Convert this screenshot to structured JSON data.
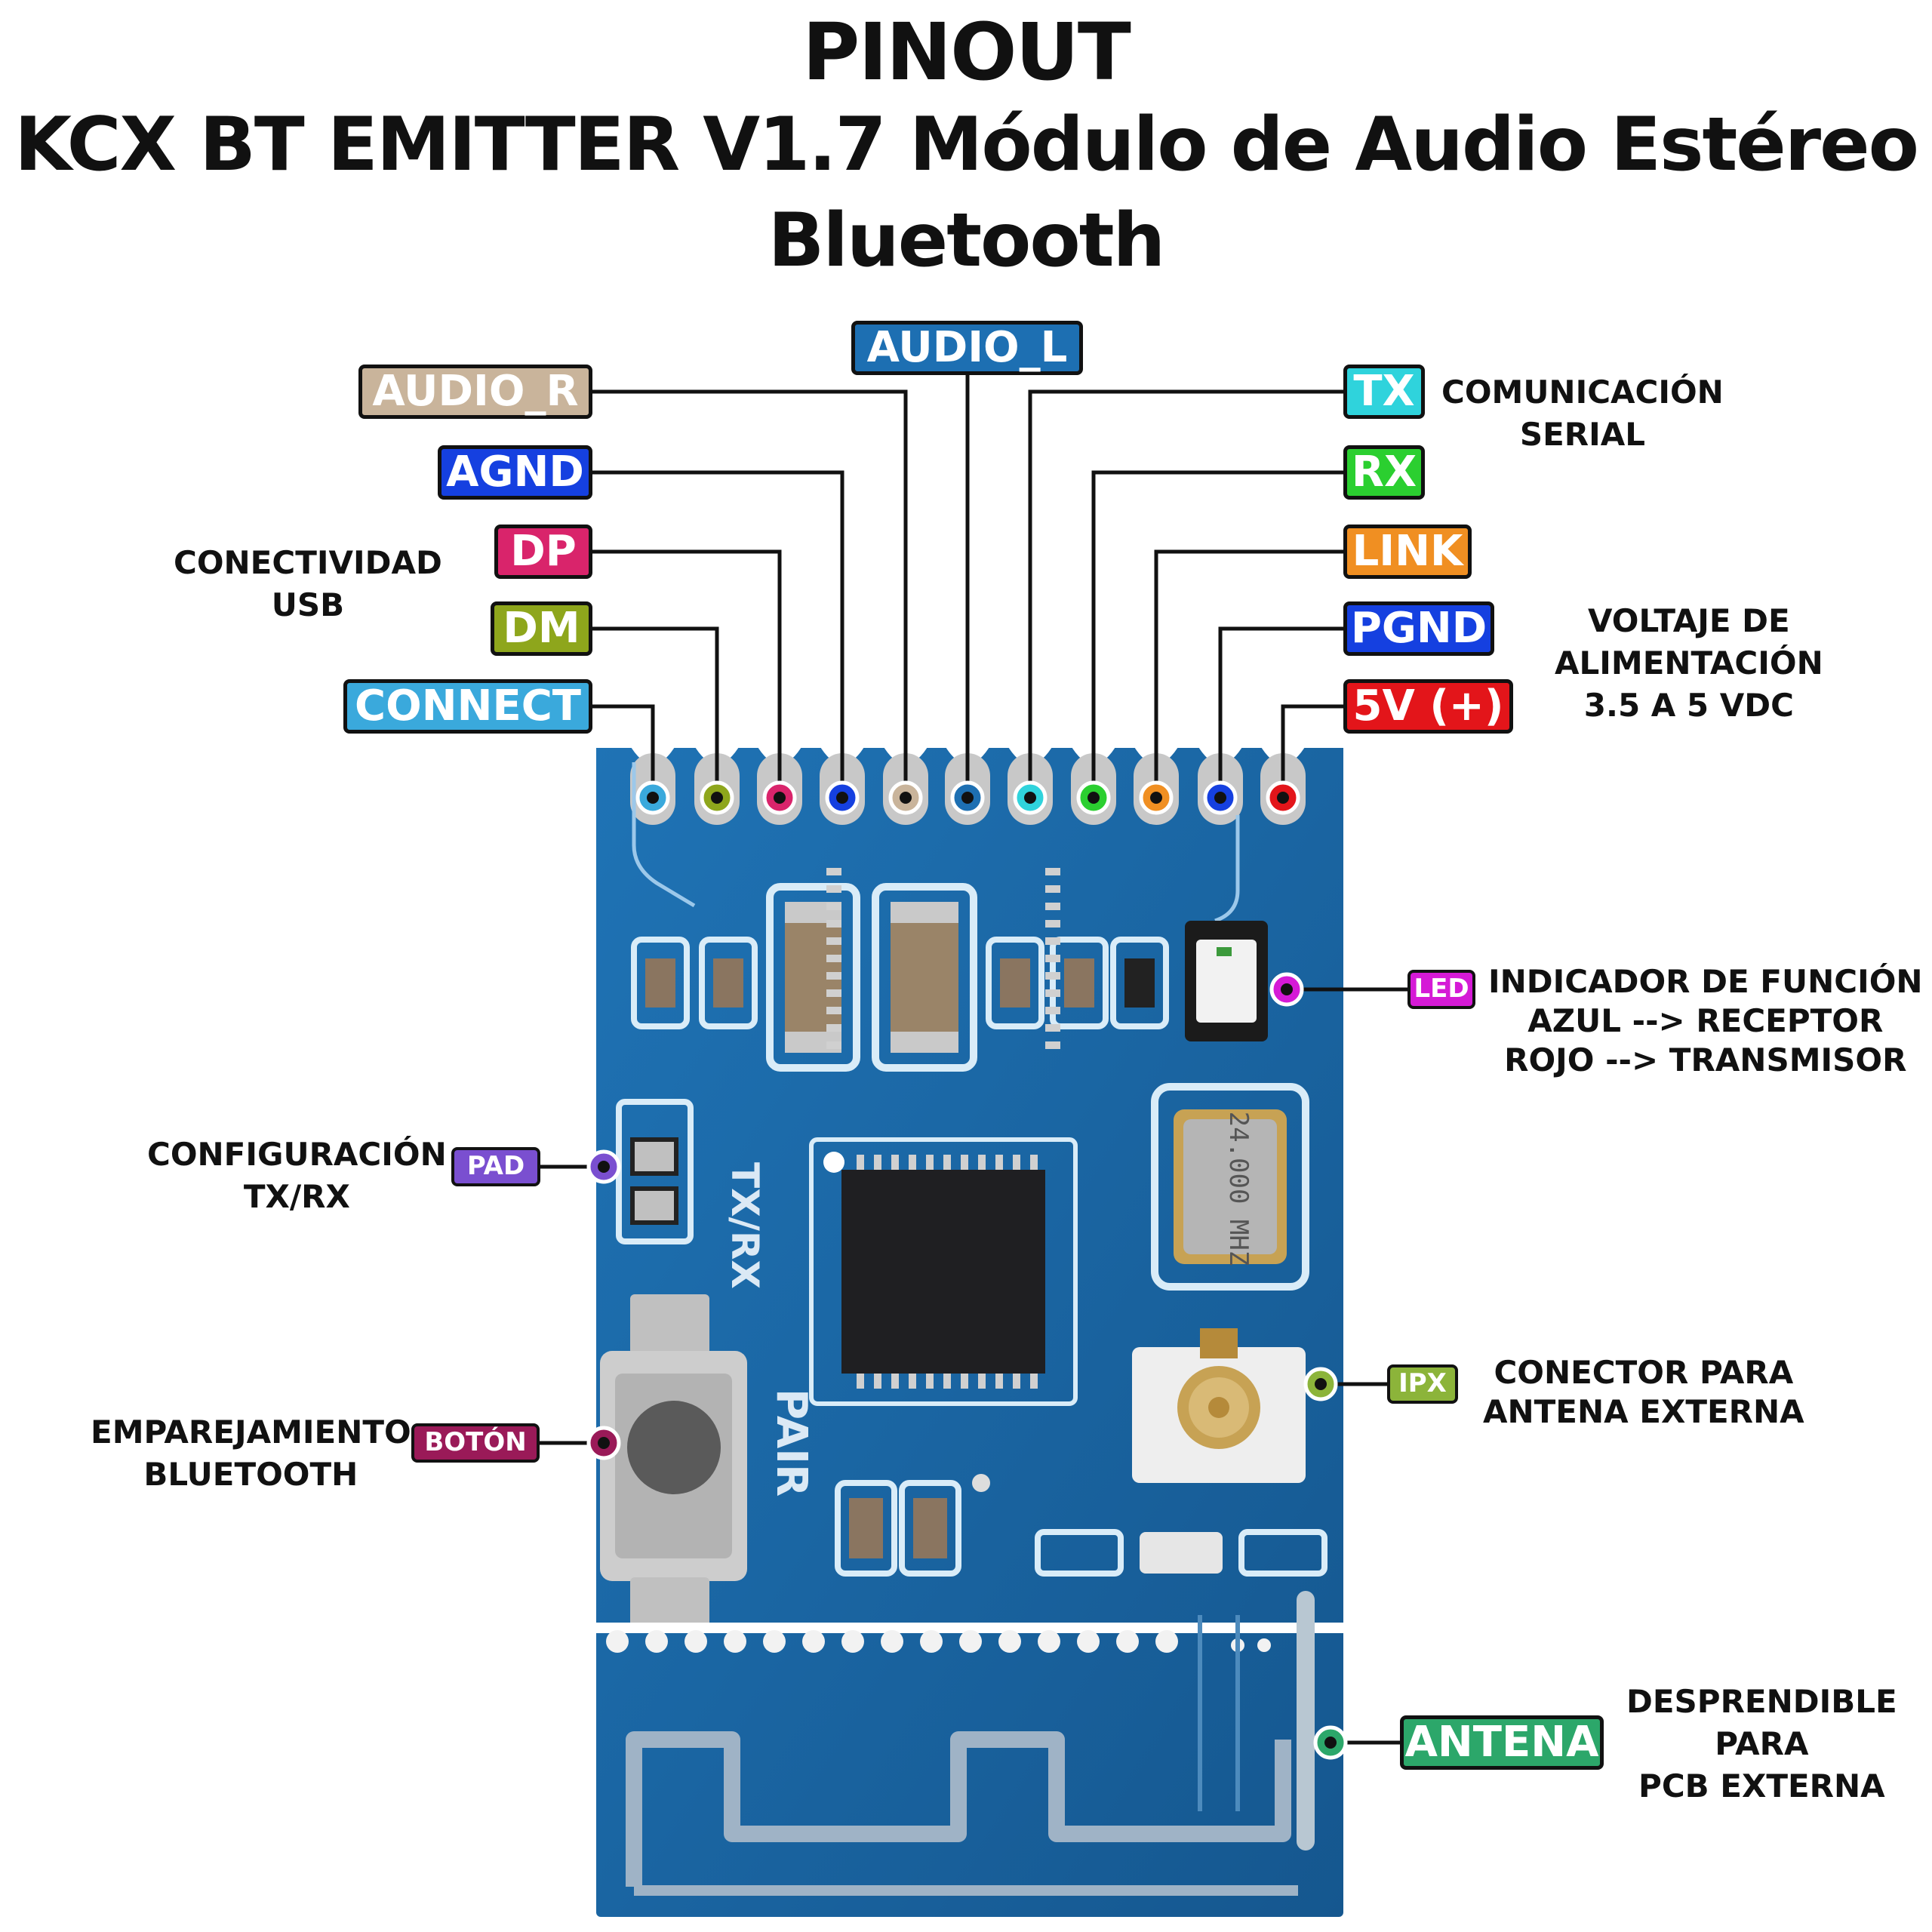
{
  "title": {
    "line1": "PINOUT",
    "line2": "KCX BT EMITTER V1.7 Módulo de Audio Estéreo",
    "line3": "Bluetooth"
  },
  "pins": [
    {
      "label": "CONNECT",
      "color": "#3aa9dc"
    },
    {
      "label": "DM",
      "color": "#8ea61c"
    },
    {
      "label": "DP",
      "color": "#d9246b"
    },
    {
      "label": "AGND",
      "color": "#1540e0"
    },
    {
      "label": "AUDIO_R",
      "color": "#c9b49b"
    },
    {
      "label": "AUDIO_L",
      "color": "#1d6fb2"
    },
    {
      "label": "TX",
      "color": "#2fd3dc"
    },
    {
      "label": "RX",
      "color": "#2bcf30"
    },
    {
      "label": "LINK",
      "color": "#f08f22"
    },
    {
      "label": "PGND",
      "color": "#1540e0"
    },
    {
      "label": "5V (+)",
      "color": "#e3151a"
    }
  ],
  "parts": [
    {
      "label": "LED",
      "color": "#d51ad6"
    },
    {
      "label": "PAD",
      "color": "#7a4fd0"
    },
    {
      "label": "BOTÓN",
      "color": "#9a1a58"
    },
    {
      "label": "IPX",
      "color": "#8cb43a"
    },
    {
      "label": "ANTENA",
      "color": "#2ca76a"
    }
  ],
  "descriptions": {
    "usb": [
      "CONECTIVIDAD",
      "USB"
    ],
    "serial": [
      "COMUNICACIÓN",
      "SERIAL"
    ],
    "power": [
      "VOLTAJE DE",
      "ALIMENTACIÓN",
      "3.5 A 5 VDC"
    ],
    "led": [
      "INDICADOR DE FUNCIÓN",
      "AZUL --> RECEPTOR",
      "ROJO --> TRANSMISOR"
    ],
    "pad": [
      "CONFIGURACIÓN",
      "TX/RX"
    ],
    "button": [
      "EMPAREJAMIENTO",
      "BLUETOOTH"
    ],
    "ipx": [
      "CONECTOR PARA",
      "ANTENA EXTERNA"
    ],
    "antenna": [
      "DESPRENDIBLE",
      "PARA",
      "PCB EXTERNA"
    ]
  },
  "board": {
    "silk_txrx": "TX/RX",
    "silk_pair": "PAIR",
    "crystal": "24.000 MHZ",
    "pcb_color": "#1a6aa8"
  }
}
